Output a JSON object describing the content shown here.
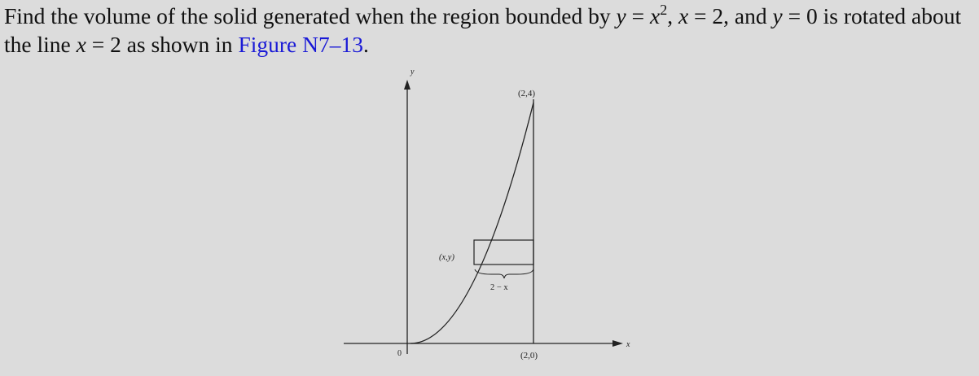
{
  "problem": {
    "intro": "Find the volume of the solid generated when the region bounded by ",
    "eq1_var": "y",
    "eq1_rel": " = ",
    "eq1_base": "x",
    "eq1_exp": "2",
    "sep1": ", ",
    "eq2_var": "x",
    "eq2_rest": " = 2, and ",
    "eq3_var": "y",
    "eq3_rest": " = 0 is rotated about the line ",
    "eq4_var": "x",
    "eq4_rest": " = 2 as shown in ",
    "figure_link": "Figure N7–13",
    "end": "."
  },
  "figure": {
    "y_axis_label": "y",
    "x_axis_label": "x",
    "origin_label": "0",
    "top_point_label": "(2,4)",
    "bottom_point_label": "(2,0)",
    "point_label": "(x,y)",
    "width_label": "2 − x"
  }
}
